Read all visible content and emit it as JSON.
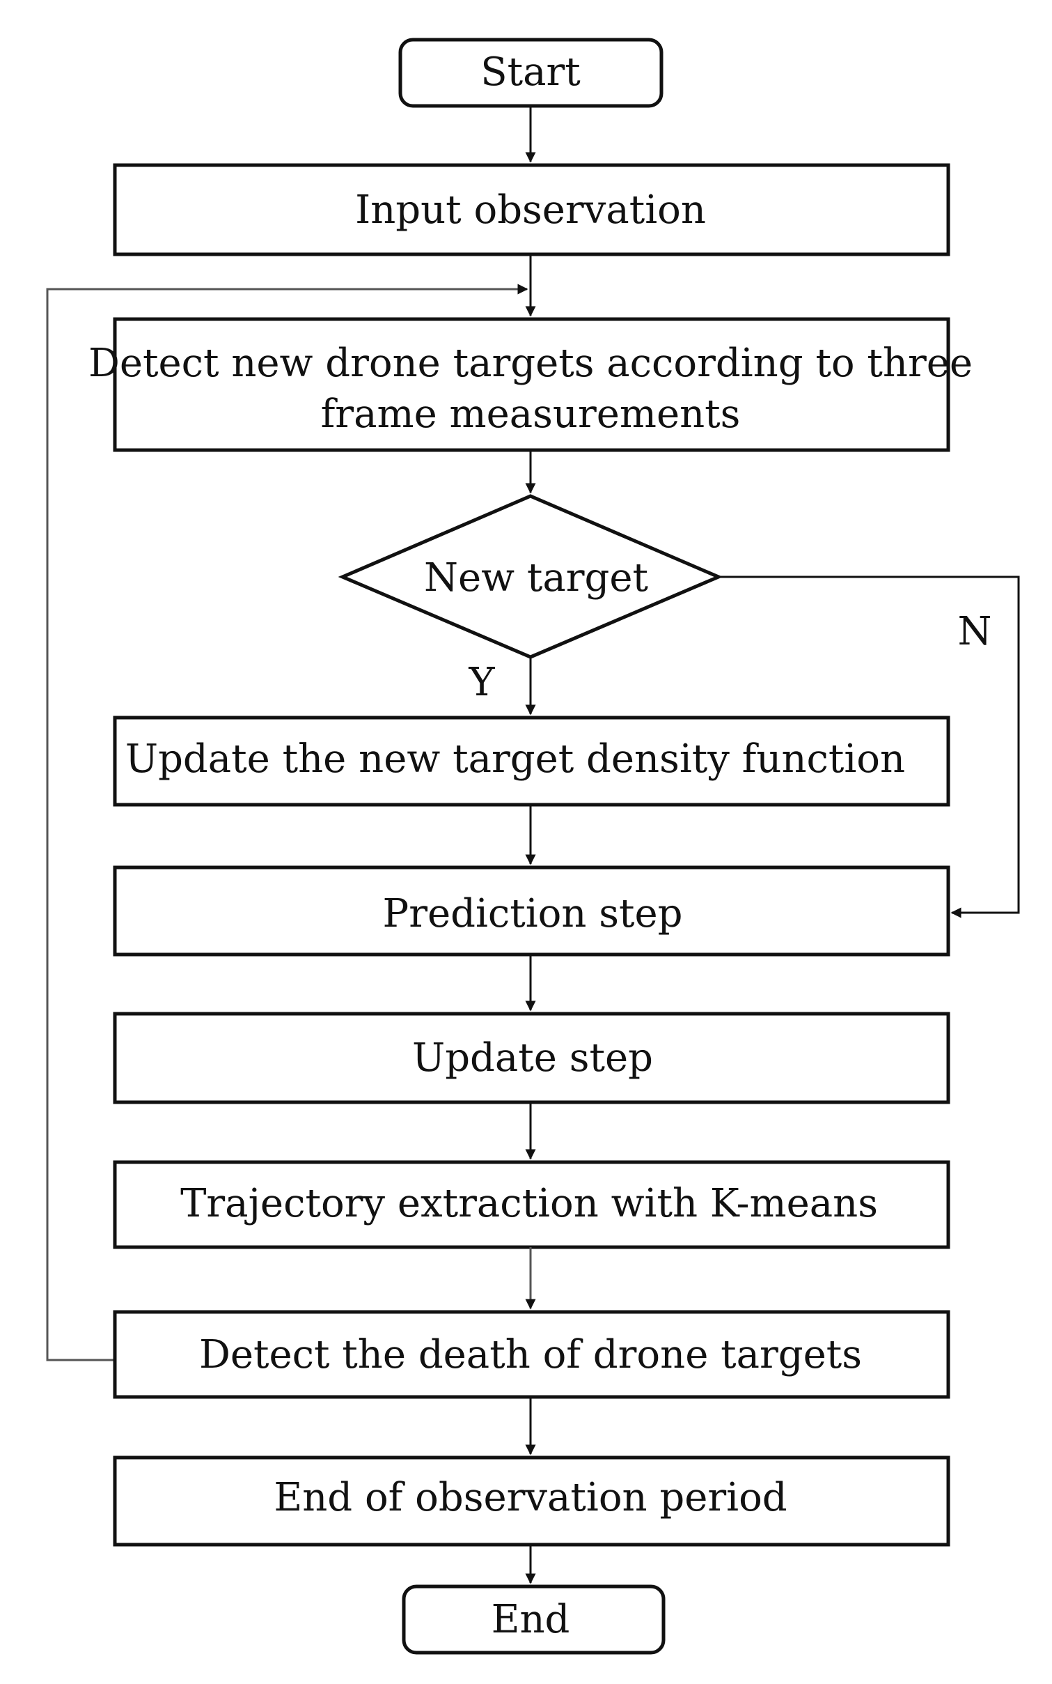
{
  "nodes": {
    "start": "Start",
    "input_observation": "Input observation",
    "detect_new_line1": "Detect new drone targets according to three",
    "detect_new_line2": "frame measurements",
    "new_target": "New target",
    "update_density": "Update the new target density function",
    "prediction": "Prediction step",
    "update_step": "Update step",
    "trajectory": "Trajectory extraction with K-means",
    "detect_death": "Detect the death of drone targets",
    "end_period": "End of observation period",
    "end": "End"
  },
  "edges": {
    "yes_label": "Y",
    "no_label": "N"
  }
}
